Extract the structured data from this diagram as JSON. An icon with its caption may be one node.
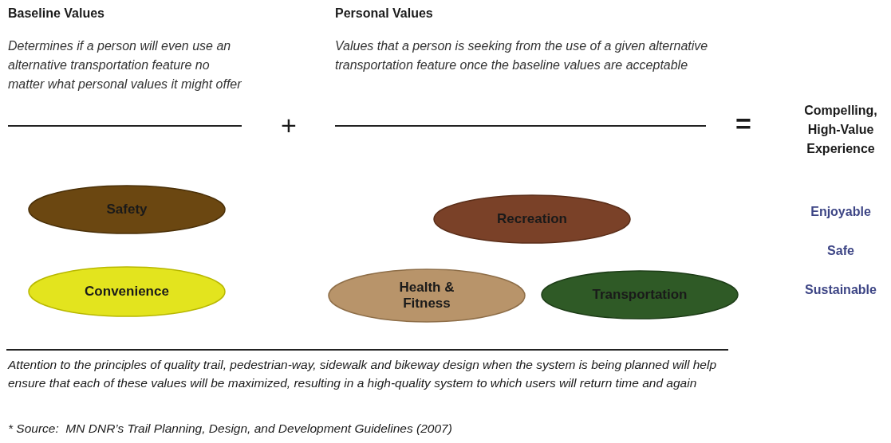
{
  "diagram": {
    "nodes": [
      {
        "text": [
          "Safety"
        ]
      },
      {
        "text": [
          "Convenience"
        ]
      },
      {
        "text": [
          "Recreation"
        ]
      },
      {
        "text": [
          "Health & Fitness"
        ]
      },
      {
        "text": [
          "Transportation"
        ]
      }
    ],
    "edges": [],
    "labels": [
      "Baseline Values",
      "Personal Values",
      "Determines if a person will even use an alternative transportation feature no matter what personal values it might offer",
      "Values that a person is seeking from the use of a given alternative transportation feature once the baseline values are acceptable",
      "+",
      "=",
      "Compelling, High-Value Experience",
      "Enjoyable",
      "Safe",
      "Sustainable",
      "Attention to the principles of quality trail, pedestrian-way, sidewalk and bikeway design when the system is being planned will help ensure that each of these values will be maximized, resulting in a high-quality system to which users will return time and again",
      "* Source:  MN DNR’s Trail Planning, Design, and Development Guidelines (2007)"
    ]
  }
}
